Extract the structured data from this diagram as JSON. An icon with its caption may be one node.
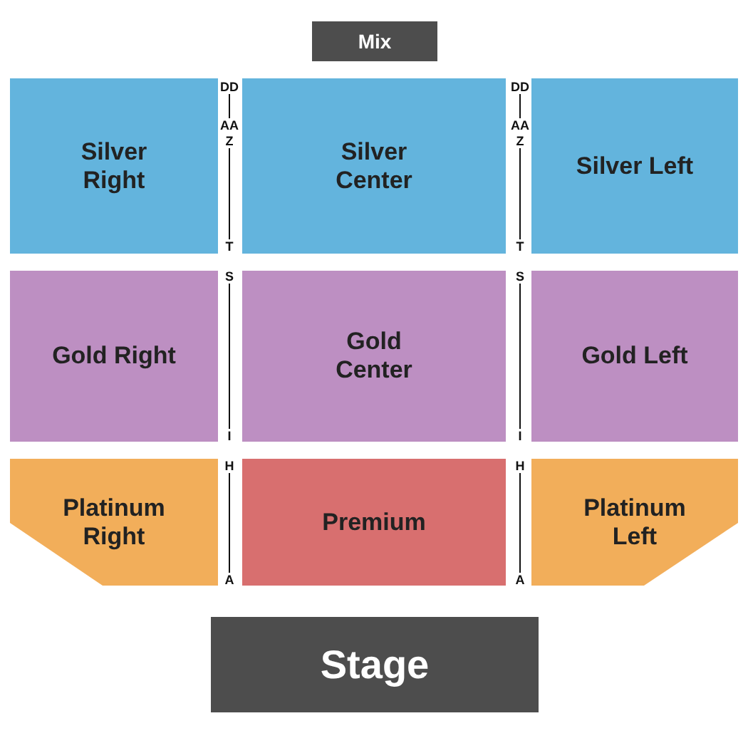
{
  "diagram": {
    "nodes": [
      {
        "text": [
          "Mix"
        ]
      },
      {
        "text": [
          "Silver Right"
        ]
      },
      {
        "text": [
          "Silver Center"
        ]
      },
      {
        "text": [
          "Silver Left"
        ]
      },
      {
        "text": [
          "Gold Right"
        ]
      },
      {
        "text": [
          "Gold Center"
        ]
      },
      {
        "text": [
          "Gold Left"
        ]
      },
      {
        "text": [
          "Platinum Right"
        ]
      },
      {
        "text": [
          "Premium"
        ]
      },
      {
        "text": [
          "Platinum Left"
        ]
      },
      {
        "text": [
          "Stage"
        ]
      }
    ],
    "labels": [
      "DD",
      "DD",
      "AA",
      "AA",
      "Z",
      "Z",
      "T",
      "T",
      "S",
      "S",
      "I",
      "I",
      "H",
      "H",
      "A",
      "A"
    ]
  }
}
